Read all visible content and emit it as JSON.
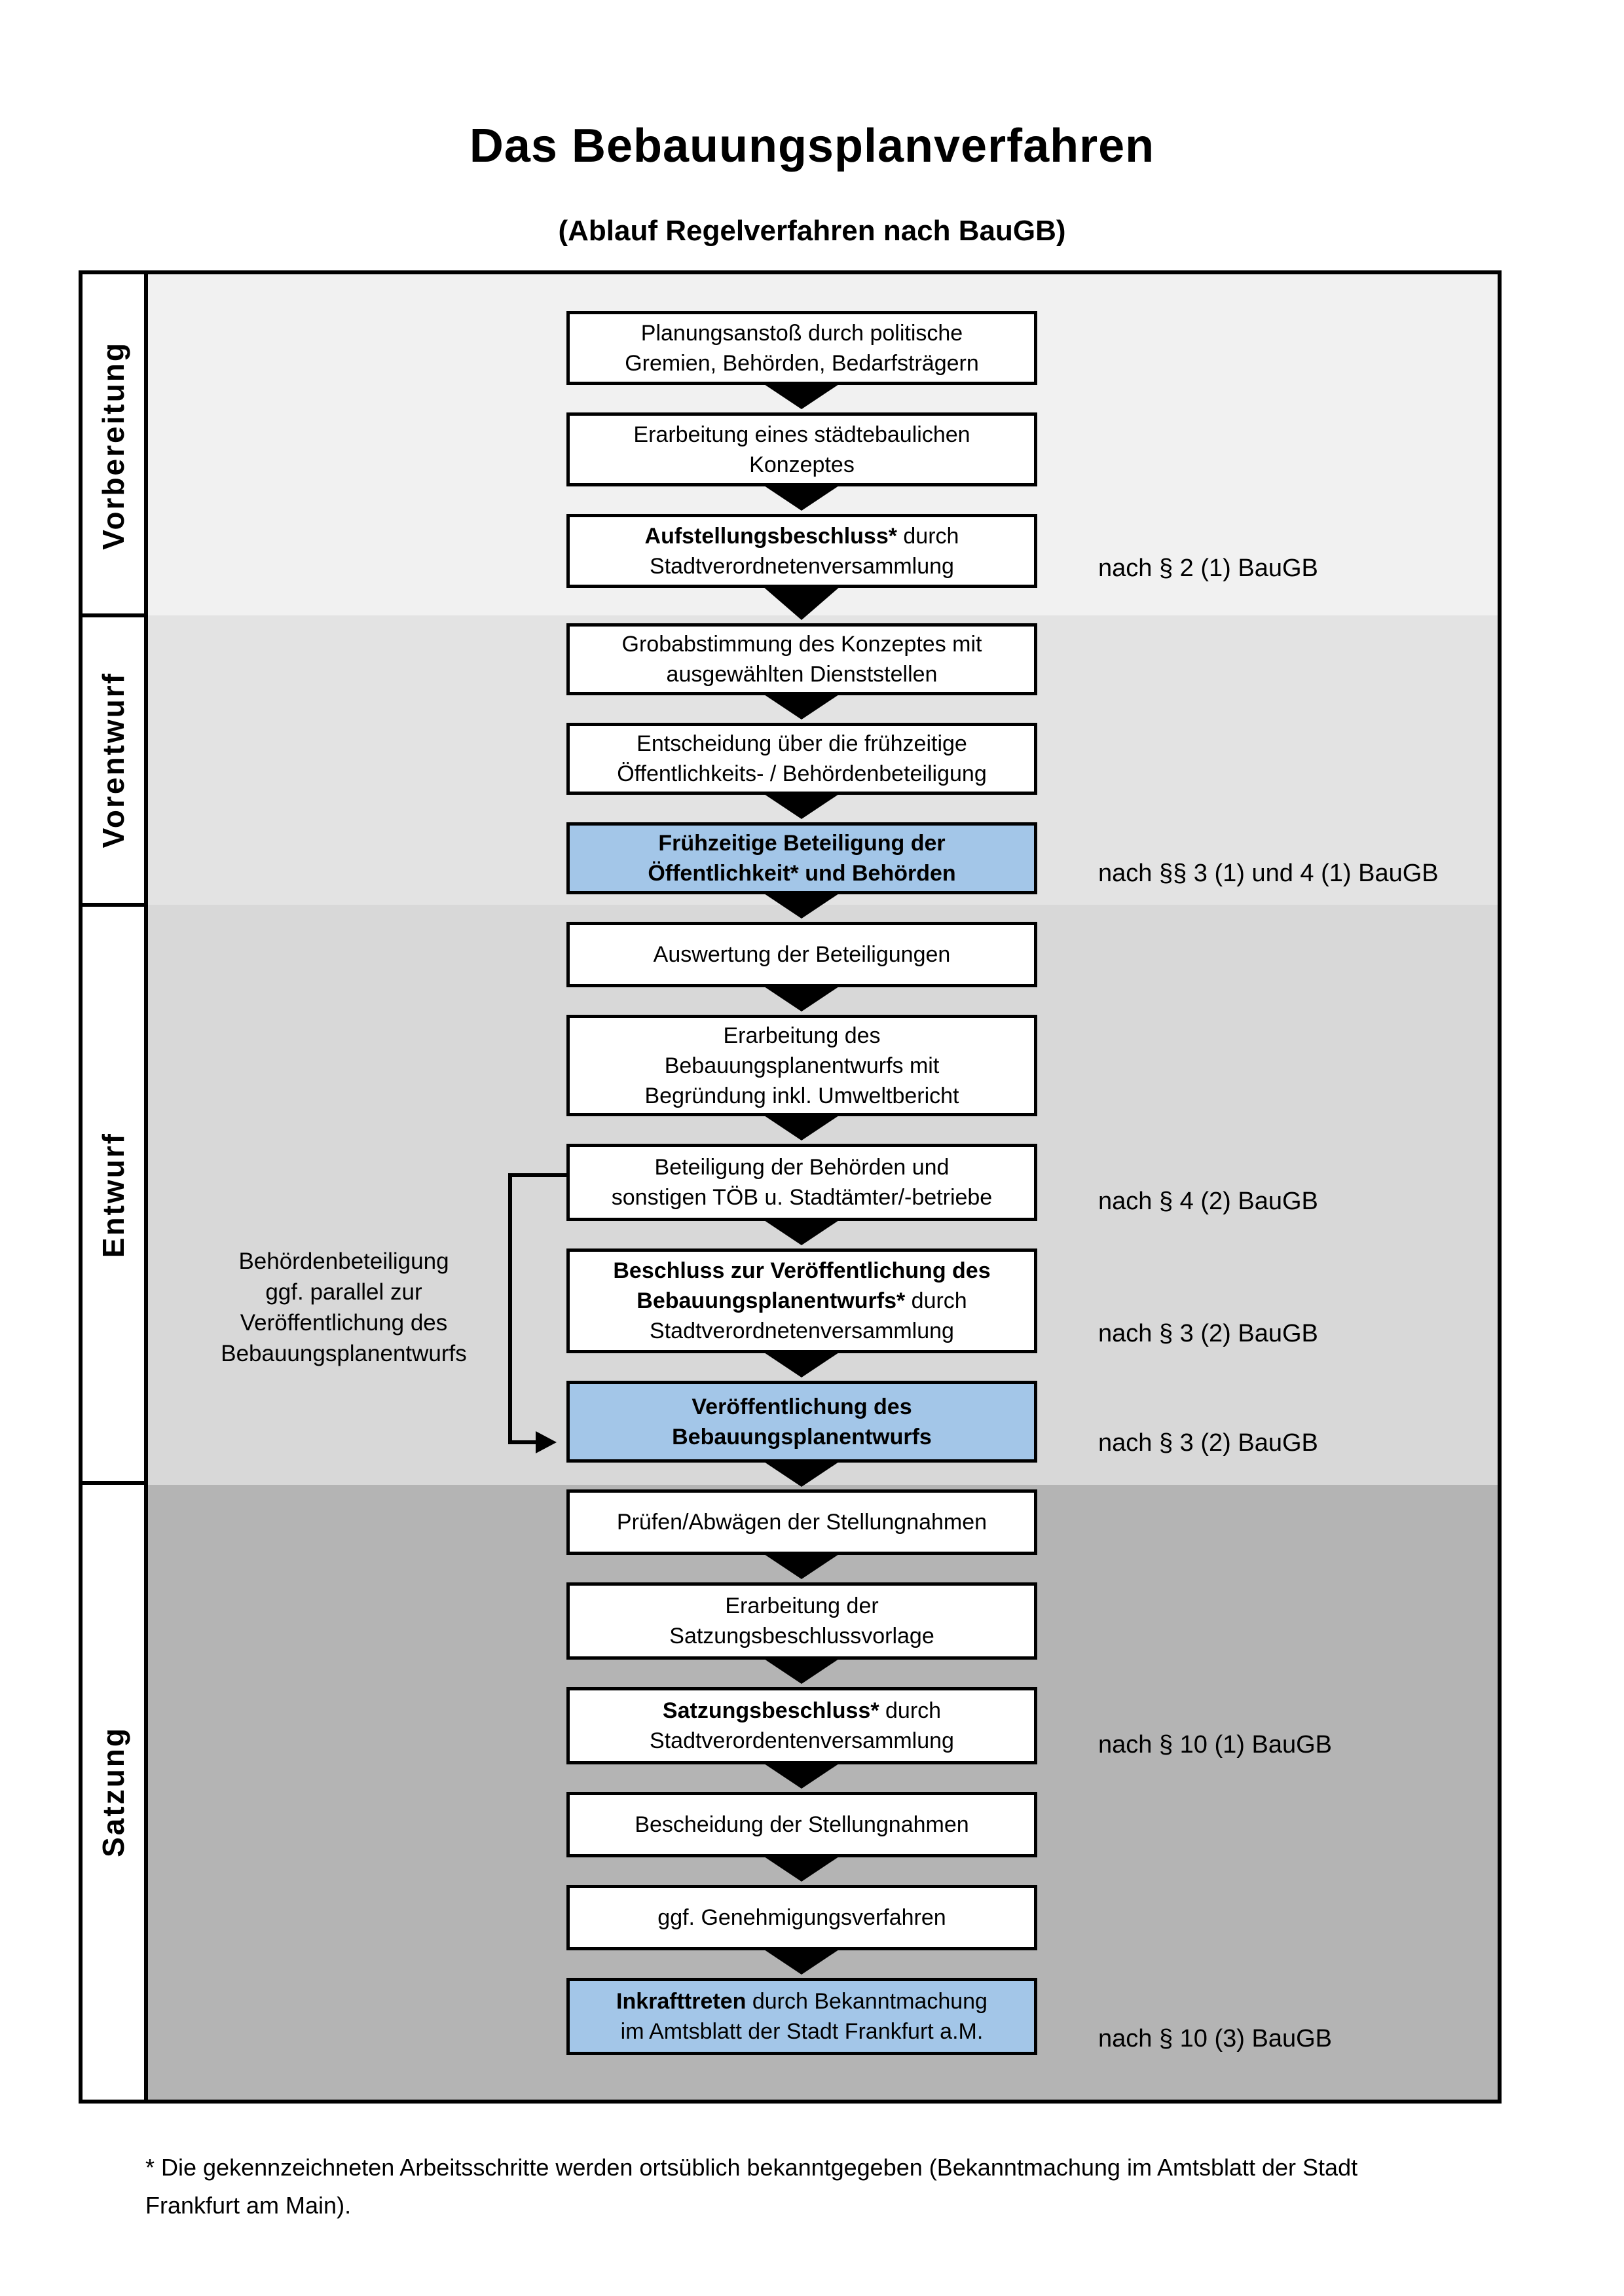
{
  "title": "Das Bebauungsplanverfahren",
  "subtitle": "(Ablauf Regelverfahren nach BauGB)",
  "colors": {
    "highlight": "#a3c6e8",
    "box_bg": "#ffffff",
    "border": "#000000",
    "section_bgs": [
      "#f1f1f1",
      "#e3e3e3",
      "#d8d8d8",
      "#b4b4b4"
    ]
  },
  "sections": [
    {
      "label": "Vorbereitung"
    },
    {
      "label": "Vorentwurf"
    },
    {
      "label": "Entwurf"
    },
    {
      "label": "Satzung"
    }
  ],
  "steps": [
    {
      "highlighted": false,
      "lines": [
        [
          {
            "t": "Planungsanstoß durch politische"
          }
        ],
        [
          {
            "t": "Gremien, Behörden, Bedarfsträgern"
          }
        ]
      ]
    },
    {
      "highlighted": false,
      "lines": [
        [
          {
            "t": "Erarbeitung eines städtebaulichen"
          }
        ],
        [
          {
            "t": "Konzeptes"
          }
        ]
      ]
    },
    {
      "highlighted": false,
      "lines": [
        [
          {
            "t": "Aufstellungsbeschluss*",
            "b": true
          },
          {
            "t": " durch"
          }
        ],
        [
          {
            "t": "Stadtverordnetenversammlung"
          }
        ]
      ]
    },
    {
      "highlighted": false,
      "lines": [
        [
          {
            "t": "Grobabstimmung des Konzeptes mit"
          }
        ],
        [
          {
            "t": "ausgewählten Dienststellen"
          }
        ]
      ]
    },
    {
      "highlighted": false,
      "lines": [
        [
          {
            "t": "Entscheidung über die frühzeitige"
          }
        ],
        [
          {
            "t": "Öffentlichkeits- / Behördenbeteiligung"
          }
        ]
      ]
    },
    {
      "highlighted": true,
      "lines": [
        [
          {
            "t": "Frühzeitige Beteiligung der",
            "b": true
          }
        ],
        [
          {
            "t": "Öffentlichkeit* und Behörden",
            "b": true
          }
        ]
      ]
    },
    {
      "highlighted": false,
      "lines": [
        [
          {
            "t": "Auswertung der Beteiligungen"
          }
        ]
      ]
    },
    {
      "highlighted": false,
      "lines": [
        [
          {
            "t": "Erarbeitung des"
          }
        ],
        [
          {
            "t": "Bebauungsplanentwurfs mit"
          }
        ],
        [
          {
            "t": "Begründung inkl. Umweltbericht"
          }
        ]
      ]
    },
    {
      "highlighted": false,
      "lines": [
        [
          {
            "t": "Beteiligung der Behörden und"
          }
        ],
        [
          {
            "t": "sonstigen TÖB u. Stadtämter/-betriebe"
          }
        ]
      ]
    },
    {
      "highlighted": false,
      "lines": [
        [
          {
            "t": "Beschluss zur Veröffentlichung des",
            "b": true
          }
        ],
        [
          {
            "t": "Bebauungsplanentwurfs*",
            "b": true
          },
          {
            "t": " durch"
          }
        ],
        [
          {
            "t": "Stadtverordnetenversammlung"
          }
        ]
      ]
    },
    {
      "highlighted": true,
      "lines": [
        [
          {
            "t": "Veröffentlichung des",
            "b": true
          }
        ],
        [
          {
            "t": "Bebauungsplanentwurfs",
            "b": true
          }
        ]
      ]
    },
    {
      "highlighted": false,
      "lines": [
        [
          {
            "t": "Prüfen/Abwägen der Stellungnahmen"
          }
        ]
      ]
    },
    {
      "highlighted": false,
      "lines": [
        [
          {
            "t": "Erarbeitung der"
          }
        ],
        [
          {
            "t": "Satzungsbeschlussvorlage"
          }
        ]
      ]
    },
    {
      "highlighted": false,
      "lines": [
        [
          {
            "t": "Satzungsbeschluss*",
            "b": true
          },
          {
            "t": " durch"
          }
        ],
        [
          {
            "t": "Stadtverordentenversammlung"
          }
        ]
      ]
    },
    {
      "highlighted": false,
      "lines": [
        [
          {
            "t": "Bescheidung der Stellungnahmen"
          }
        ]
      ]
    },
    {
      "highlighted": false,
      "lines": [
        [
          {
            "t": "ggf. Genehmigungsverfahren"
          }
        ]
      ]
    },
    {
      "highlighted": true,
      "lines": [
        [
          {
            "t": "Inkrafttreten",
            "b": true
          },
          {
            "t": " durch Bekanntmachung"
          }
        ],
        [
          {
            "t": "im Amtsblatt der Stadt Frankfurt a.M."
          }
        ]
      ]
    }
  ],
  "references": [
    {
      "text": "nach § 2 (1) BauGB"
    },
    {
      "text": "nach §§ 3 (1) und 4 (1) BauGB"
    },
    {
      "text": "nach § 4 (2) BauGB"
    },
    {
      "text": "nach § 3 (2) BauGB"
    },
    {
      "text": "nach § 3 (2) BauGB"
    },
    {
      "text": "nach § 10 (1) BauGB"
    },
    {
      "text": "nach § 10 (3) BauGB"
    }
  ],
  "annotation": {
    "lines": [
      "Behördenbeteiligung",
      "ggf. parallel zur",
      "Veröffentlichung des",
      "Bebauungsplanentwurfs"
    ]
  },
  "footnote": {
    "lines": [
      "* Die gekennzeichneten Arbeitsschritte werden ortsüblich bekanntgegeben (Bekanntmachung im Amtsblatt  der Stadt",
      "Frankfurt am Main)."
    ]
  }
}
